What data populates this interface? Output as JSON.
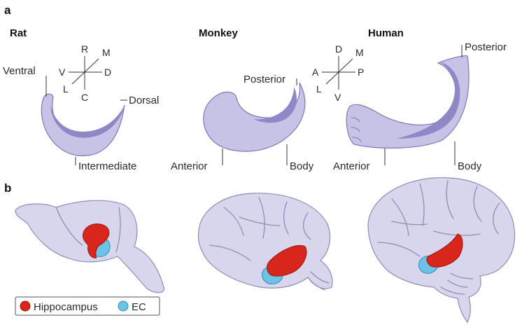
{
  "panels": {
    "a": "a",
    "b": "b"
  },
  "species": {
    "rat": "Rat",
    "monkey": "Monkey",
    "human": "Human"
  },
  "rat_labels": {
    "ventral": "Ventral",
    "dorsal": "Dorsal",
    "intermediate": "Intermediate"
  },
  "rat_axes": {
    "top": "R",
    "top_right": "M",
    "left": "V",
    "right": "D",
    "bottom_left": "L",
    "bottom": "C"
  },
  "monkey_labels": {
    "posterior": "Posterior",
    "anterior": "Anterior",
    "body": "Body"
  },
  "human_axes": {
    "top": "D",
    "top_right": "M",
    "left": "A",
    "right": "P",
    "bottom_left": "L",
    "bottom": "V"
  },
  "human_labels": {
    "posterior": "Posterior",
    "anterior": "Anterior",
    "body": "Body"
  },
  "legend": {
    "hippocampus": "Hippocampus",
    "ec": "EC"
  },
  "colors": {
    "hippocampus": "#d9261c",
    "ec": "#6cc3e6",
    "tissue": "#c6c3e6"
  }
}
